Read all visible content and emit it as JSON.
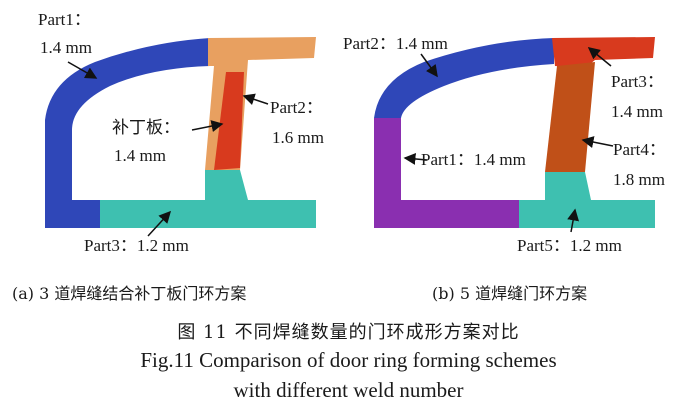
{
  "panel_a": {
    "part1": "Part1：",
    "part1_t": "1.4 mm",
    "patch": "补丁板：",
    "patch_t": "1.4 mm",
    "part2": "Part2：",
    "part2_t": "1.6 mm",
    "part3": "Part3：1.2 mm",
    "subcaption": "(a) 3 道焊缝结合补丁板门环方案"
  },
  "panel_b": {
    "part2": "Part2：1.4 mm",
    "part3": "Part3：",
    "part3_t": "1.4 mm",
    "part1": "Part1：1.4 mm",
    "part4": "Part4：",
    "part4_t": "1.8 mm",
    "part5": "Part5：1.2 mm",
    "subcaption": "(b) 5 道焊缝门环方案"
  },
  "caption": {
    "cn": "图 11   不同焊缝数量的门环成形方案对比",
    "en_line1": "Fig.11   Comparison of door ring forming schemes",
    "en_line2": "with different weld number"
  },
  "colors": {
    "blue": "#2f47b8",
    "orange": "#e8a060",
    "red": "#d83a1e",
    "teal": "#3ec0b0",
    "purple": "#8a2fb0",
    "dark_orange": "#c05018"
  }
}
